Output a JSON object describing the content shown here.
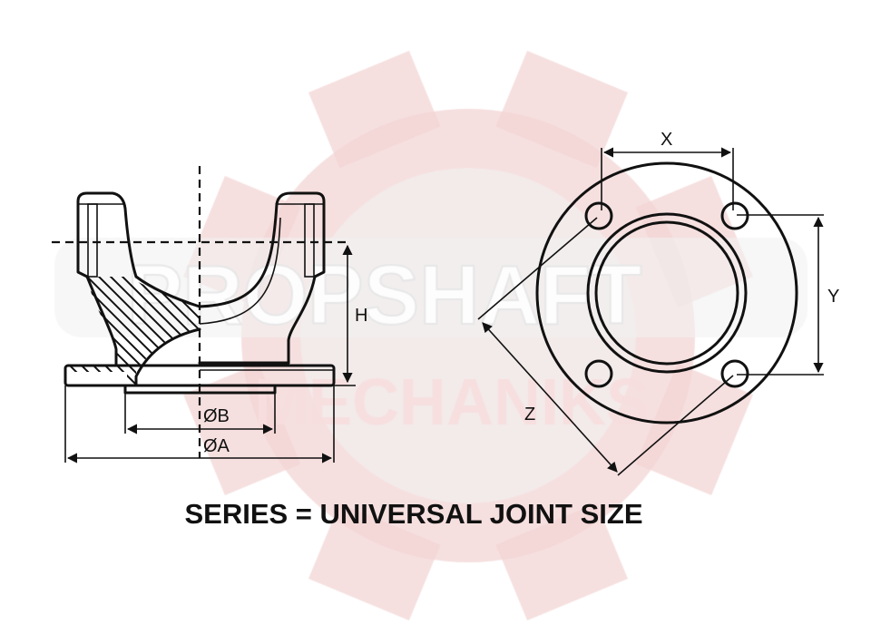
{
  "watermark": {
    "logo_text_line1": "PROPSHAFT",
    "logo_text_line2": "MECHANIKS",
    "gear_color": "#f3d4d4",
    "icon": "gear-logo"
  },
  "side_view": {
    "dimension_labels": {
      "height": "H",
      "bore_diameter": "ØB",
      "outer_diameter": "ØA"
    }
  },
  "flange_view": {
    "dimension_labels": {
      "x": "X",
      "y": "Y",
      "z": "Z"
    }
  },
  "caption": "SERIES = UNIVERSAL JOINT SIZE"
}
